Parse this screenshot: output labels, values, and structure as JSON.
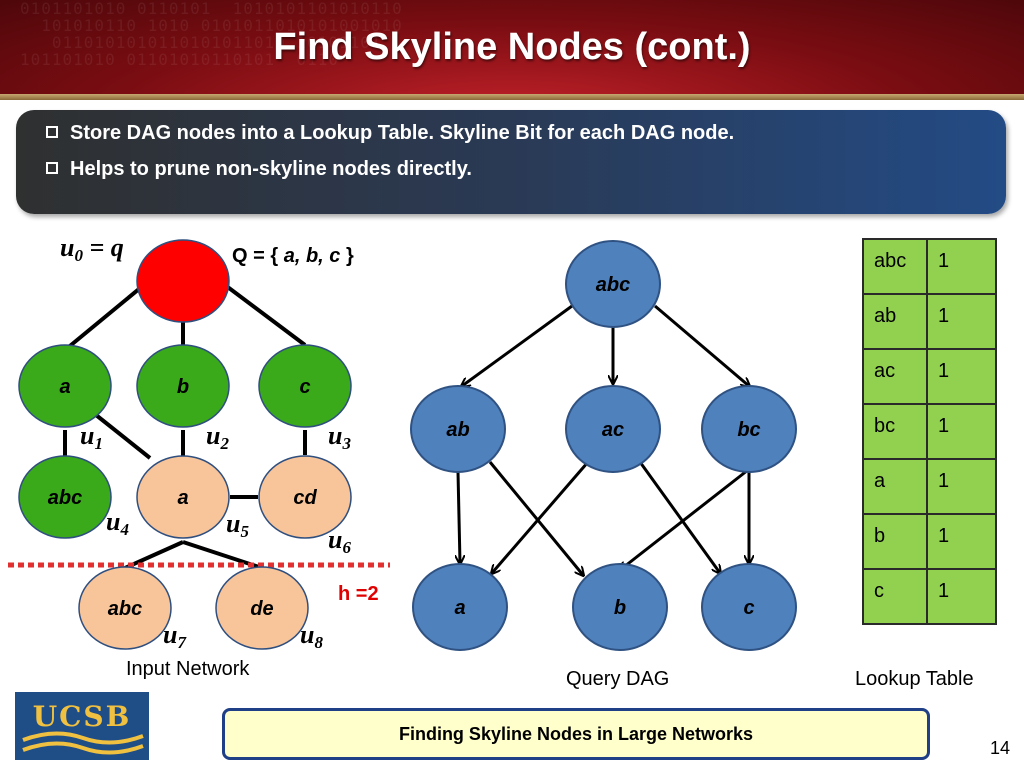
{
  "slide": {
    "title": "Find Skyline Nodes (cont.)",
    "bullets": [
      "Store DAG nodes into a Lookup Table. Skyline Bit for each DAG node.",
      "Helps to prune non-skyline nodes directly."
    ],
    "footer": "Finding Skyline Nodes in Large Networks",
    "page_number": "14",
    "logo_text": "UCSB"
  },
  "input_network": {
    "caption": "Input Network",
    "query_label": "Q = {",
    "query_items": "a, b, c",
    "query_close": "}",
    "u0_label": "u",
    "u0_sub": "0",
    "u0_rest": " = q",
    "height_label": "h =2",
    "nodes": [
      {
        "label": "",
        "fill": "#ff0000"
      },
      {
        "label": "a",
        "fill": "#3aaa1a"
      },
      {
        "label": "b",
        "fill": "#3aaa1a"
      },
      {
        "label": "c",
        "fill": "#3aaa1a"
      },
      {
        "label": "abc",
        "fill": "#3aaa1a"
      },
      {
        "label": "a",
        "fill": "#f8c49a"
      },
      {
        "label": "cd",
        "fill": "#f8c49a"
      },
      {
        "label": "abc",
        "fill": "#f8c49a"
      },
      {
        "label": "de",
        "fill": "#f8c49a"
      }
    ],
    "node_labels": [
      {
        "u": "u",
        "sub": "1"
      },
      {
        "u": "u",
        "sub": "2"
      },
      {
        "u": "u",
        "sub": "3"
      },
      {
        "u": "u",
        "sub": "4"
      },
      {
        "u": "u",
        "sub": "5"
      },
      {
        "u": "u",
        "sub": "6"
      },
      {
        "u": "u",
        "sub": "7"
      },
      {
        "u": "u",
        "sub": "8"
      }
    ]
  },
  "query_dag": {
    "caption": "Query DAG",
    "nodes": [
      "abc",
      "ab",
      "ac",
      "bc",
      "a",
      "b",
      "c"
    ],
    "fill": "#4f81bd"
  },
  "lookup_table": {
    "caption": "Lookup Table",
    "rows": [
      {
        "key": "abc",
        "bit": "1"
      },
      {
        "key": "ab",
        "bit": "1"
      },
      {
        "key": "ac",
        "bit": "1"
      },
      {
        "key": "bc",
        "bit": "1"
      },
      {
        "key": "a",
        "bit": "1"
      },
      {
        "key": "b",
        "bit": "1"
      },
      {
        "key": "c",
        "bit": "1"
      }
    ]
  }
}
